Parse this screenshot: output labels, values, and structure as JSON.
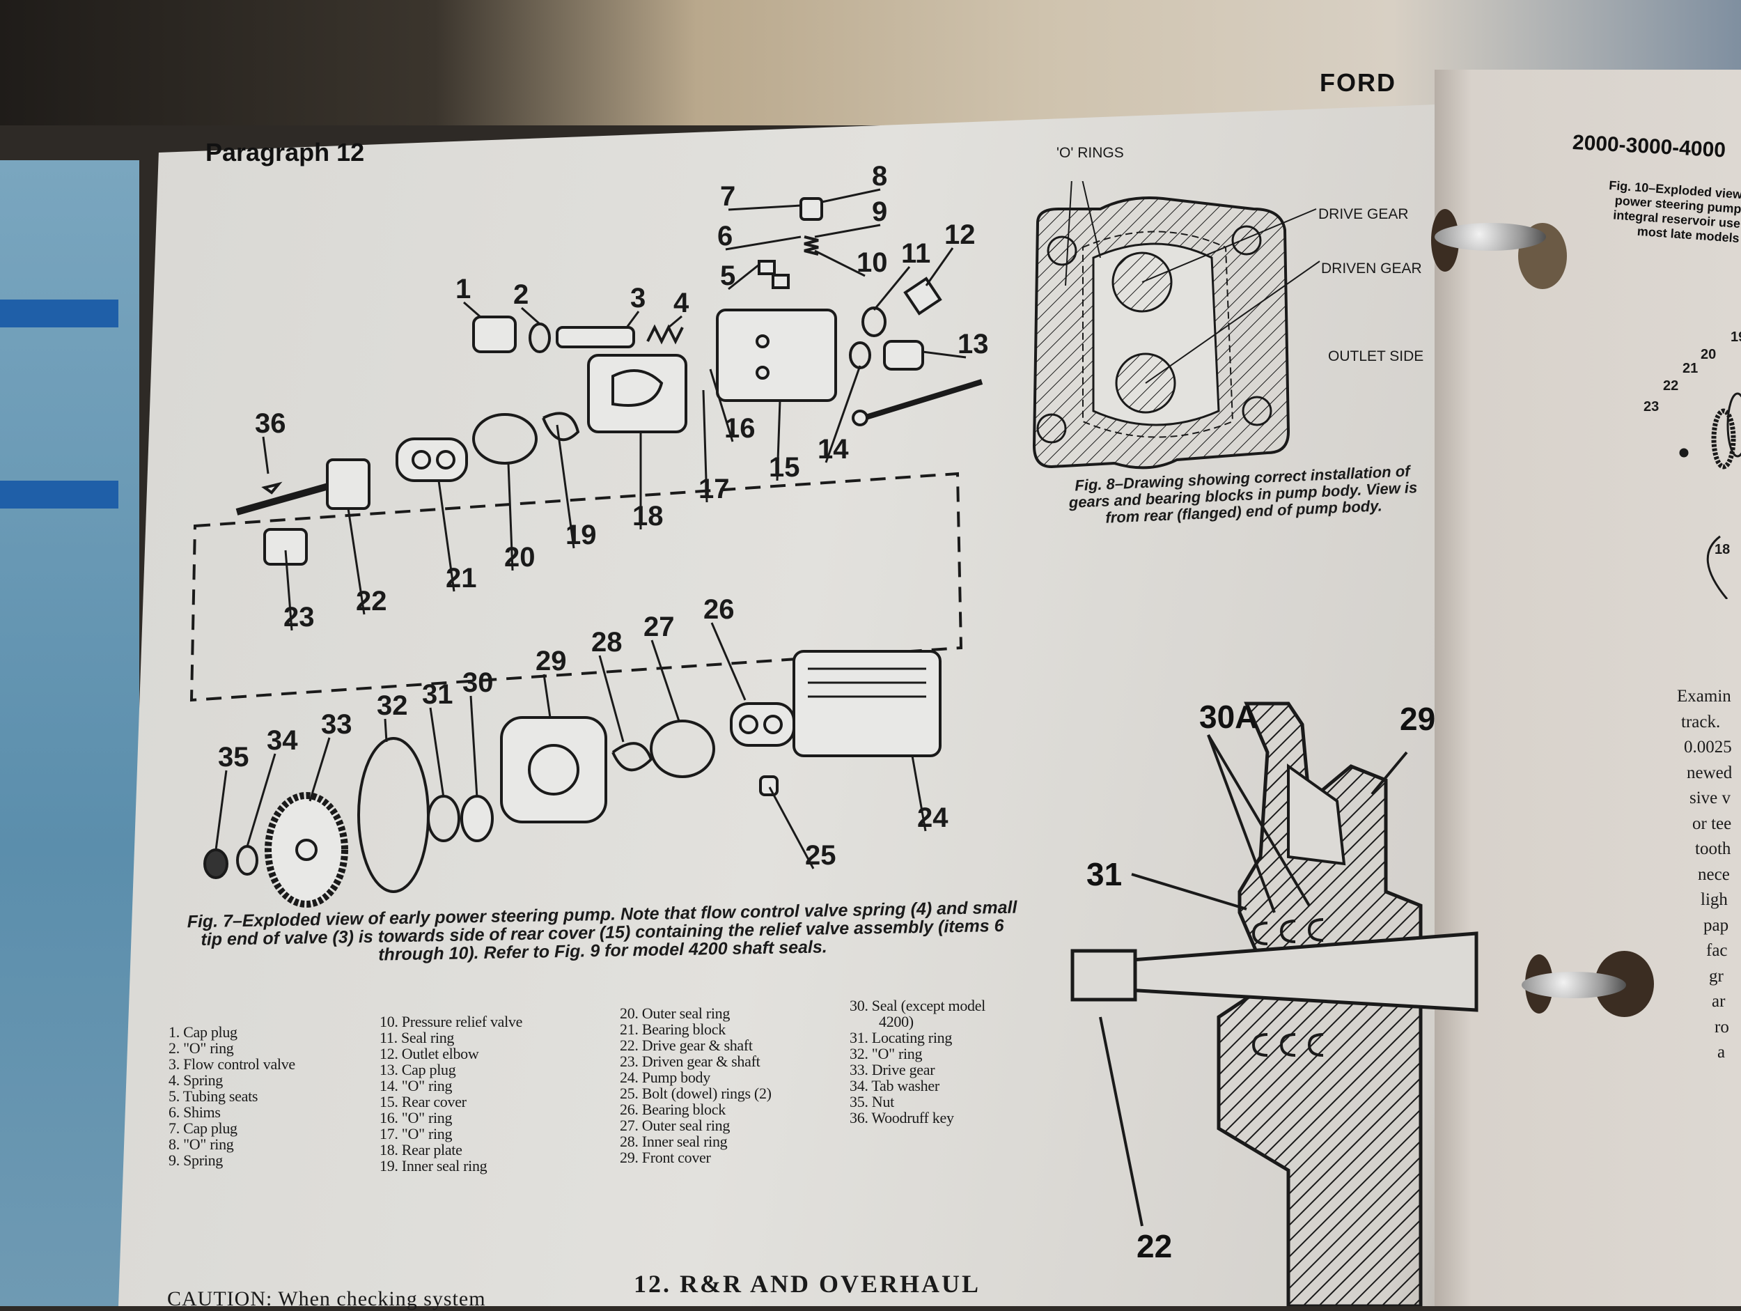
{
  "left_page": {
    "section_header": "Paragraph 12",
    "fig7": {
      "callouts": [
        "1",
        "2",
        "3",
        "4",
        "5",
        "6",
        "7",
        "8",
        "9",
        "10",
        "11",
        "12",
        "13",
        "14",
        "15",
        "16",
        "17",
        "18",
        "19",
        "20",
        "21",
        "22",
        "23",
        "24",
        "25",
        "26",
        "27",
        "28",
        "29",
        "30",
        "31",
        "32",
        "33",
        "34",
        "35",
        "36"
      ],
      "caption": [
        "Fig. 7–Exploded view of early power steering pump. Note that flow control valve spring (4) and small",
        "tip end of valve (3) is towards side of rear cover (15) containing the relief valve assembly (items 6",
        "through 10). Refer to Fig. 9 for model 4200 shaft seals."
      ],
      "legend": [
        [
          "1. Cap plug",
          "2. \"O\" ring",
          "3. Flow control valve",
          "4. Spring",
          "5. Tubing seats",
          "6. Shims",
          "7. Cap plug",
          "8. \"O\" ring",
          "9. Spring"
        ],
        [
          "10. Pressure relief valve",
          "11. Seal ring",
          "12. Outlet elbow",
          "13. Cap plug",
          "14. \"O\" ring",
          "15. Rear cover",
          "16. \"O\" ring",
          "17. \"O\" ring",
          "18. Rear plate",
          "19. Inner seal ring"
        ],
        [
          "20. Outer seal ring",
          "21. Bearing block",
          "22. Drive gear & shaft",
          "23. Driven gear & shaft",
          "24. Pump body",
          "25. Bolt (dowel) rings (2)",
          "26. Bearing block",
          "27. Outer seal ring",
          "28. Inner seal ring",
          "29. Front cover"
        ],
        [
          "30. Seal (except model",
          "4200)",
          "31. Locating ring",
          "32. \"O\" ring",
          "33. Drive gear",
          "34. Tab washer",
          "35. Nut",
          "36. Woodruff key"
        ]
      ]
    },
    "fig8": {
      "labels": {
        "o_rings": "'O' RINGS",
        "drive_gear": "DRIVE GEAR",
        "driven_gear": "DRIVEN GEAR",
        "outlet_side": "OUTLET SIDE"
      },
      "caption": [
        "Fig. 8–Drawing showing correct installation of",
        "gears and bearing blocks in pump body. View is",
        "from rear (flanged) end of pump body."
      ]
    },
    "fig9": {
      "labels": {
        "a": "30A",
        "b": "29",
        "c": "31",
        "d": "22"
      }
    },
    "brand": "FORD",
    "bottom": {
      "caution": "CAUTION: When checking system",
      "section_heading": "12. R&R AND OVERHAUL"
    }
  },
  "right_page": {
    "header": "2000-3000-4000",
    "fig10_caption": [
      "Fig. 10–Exploded view",
      "power steering pump",
      "integral reservoir use",
      "most late models"
    ],
    "fig10_callouts": [
      "23",
      "22",
      "21",
      "20",
      "19",
      "18"
    ],
    "body_text": [
      "Examin",
      "track.",
      "0.0025",
      "newed",
      "sive v",
      "or tee",
      "tooth",
      "nece",
      "ligh",
      "pap",
      "fac",
      "gr",
      "ar",
      "ro",
      "a"
    ]
  }
}
